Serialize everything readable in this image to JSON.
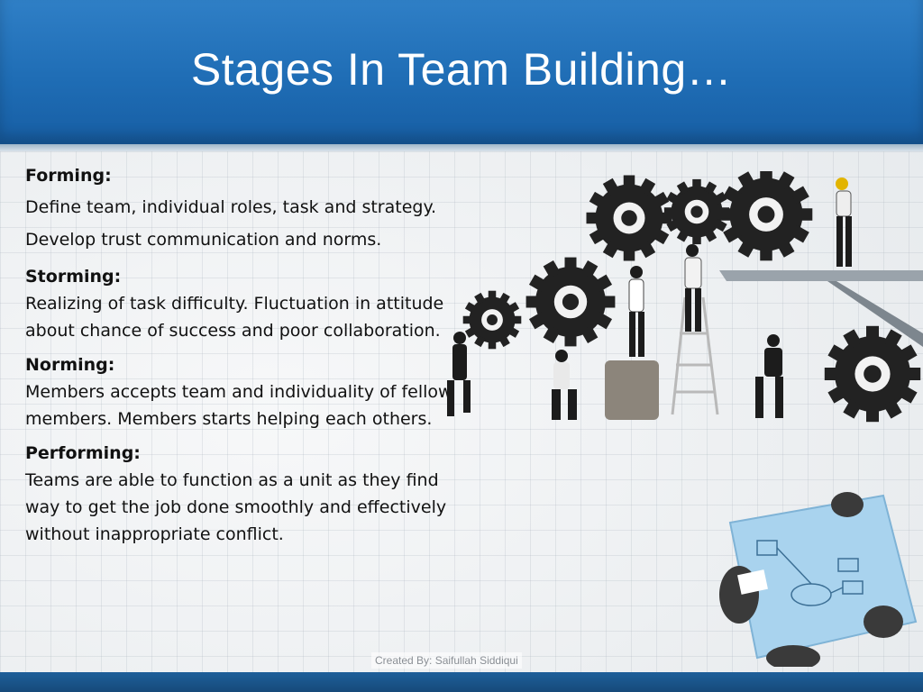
{
  "slide": {
    "title": "Stages In Team Building…",
    "stages": [
      {
        "heading": "Forming:",
        "text": "Define team, individual roles, task and strategy. Develop trust communication and norms."
      },
      {
        "heading": "Storming:",
        "text": "Realizing of task difficulty. Fluctuation in attitude about chance of success and poor collaboration."
      },
      {
        "heading": "Norming:",
        "text": "Members accepts team and individuality of fellow members. Members starts helping each others."
      },
      {
        "heading": "Performing:",
        "text": "Teams are able to function as a unit as they find way to get the job done smoothly and effectively without inappropriate conflict."
      }
    ],
    "credit": "Created By: Saifullah Siddiqui"
  },
  "colors": {
    "header": "#1f6db5",
    "footer": "#164a7a",
    "text": "#111111"
  }
}
